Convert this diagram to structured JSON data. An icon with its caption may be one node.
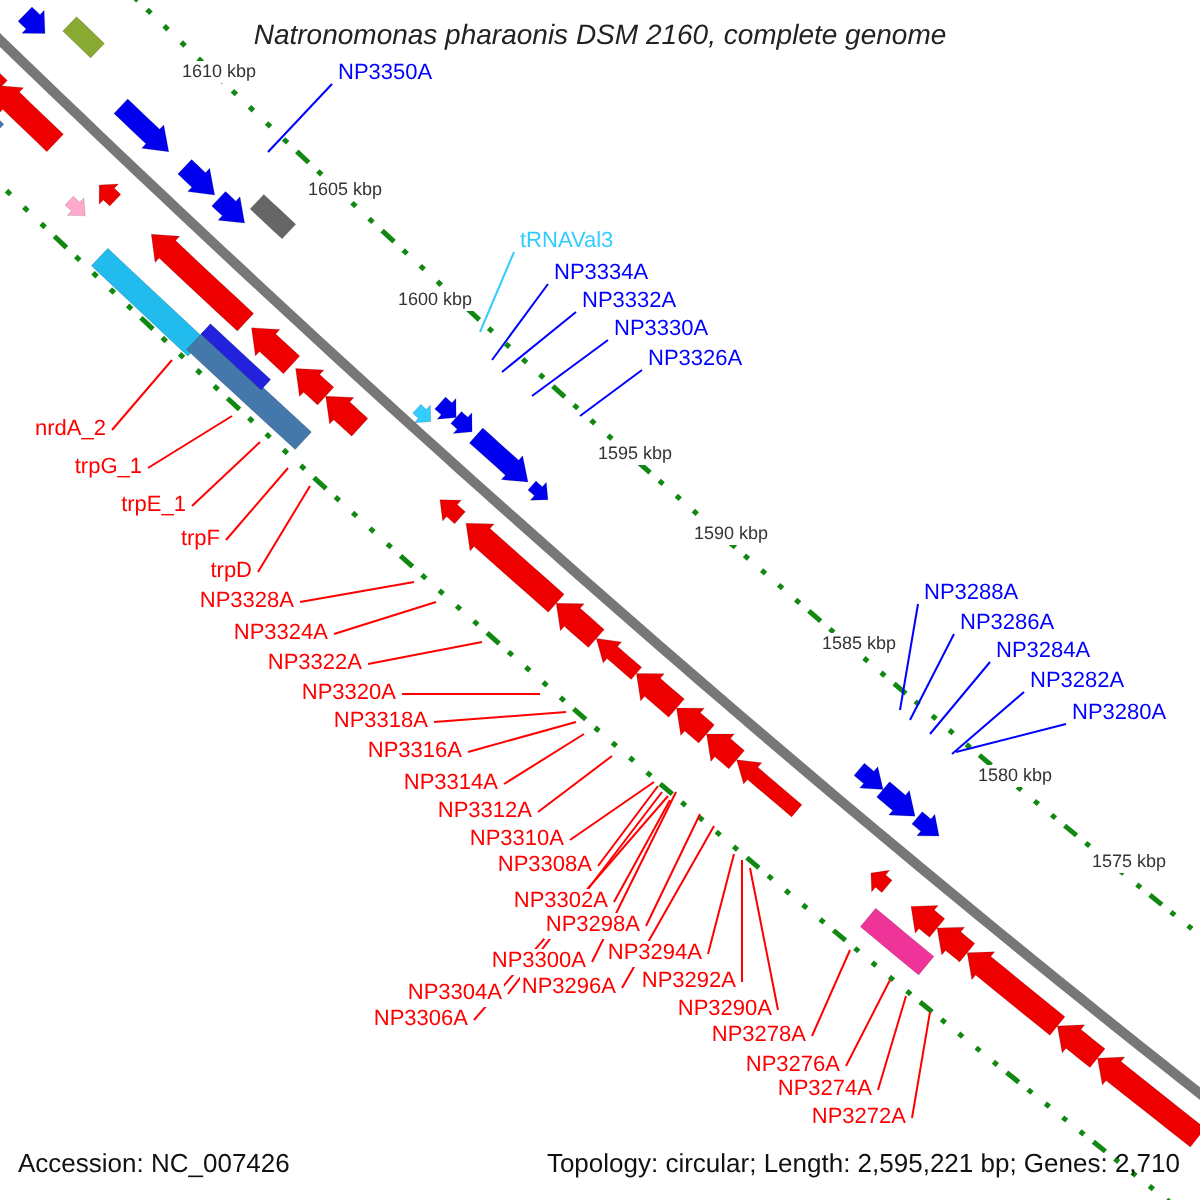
{
  "diagram": {
    "title": "Natronomonas pharaonis DSM 2160, complete genome",
    "nodes": [
      {
        "text": [
          "NP3350A"
        ]
      },
      {
        "text": [
          "tRNAVal3"
        ]
      },
      {
        "text": [
          "NP3334A"
        ]
      },
      {
        "text": [
          "NP3332A"
        ]
      },
      {
        "text": [
          "NP3330A"
        ]
      },
      {
        "text": [
          "NP3326A"
        ]
      },
      {
        "text": [
          "nrdA_2"
        ]
      },
      {
        "text": [
          "trpG_1"
        ]
      },
      {
        "text": [
          "trpE_1"
        ]
      },
      {
        "text": [
          "trpF"
        ]
      },
      {
        "text": [
          "trpD"
        ]
      },
      {
        "text": [
          "NP3328A"
        ]
      },
      {
        "text": [
          "NP3324A"
        ]
      },
      {
        "text": [
          "NP3322A"
        ]
      },
      {
        "text": [
          "NP3320A"
        ]
      },
      {
        "text": [
          "NP3318A"
        ]
      },
      {
        "text": [
          "NP3316A"
        ]
      },
      {
        "text": [
          "NP3314A"
        ]
      },
      {
        "text": [
          "NP3312A"
        ]
      },
      {
        "text": [
          "NP3310A"
        ]
      },
      {
        "text": [
          "NP3308A"
        ]
      },
      {
        "text": [
          "NP3288A"
        ]
      },
      {
        "text": [
          "NP3286A"
        ]
      },
      {
        "text": [
          "NP3284A"
        ]
      },
      {
        "text": [
          "NP3282A"
        ]
      },
      {
        "text": [
          "NP3280A"
        ]
      },
      {
        "text": [
          "NP3302A"
        ]
      },
      {
        "text": [
          "NP3298A"
        ]
      },
      {
        "text": [
          "NP3294A"
        ]
      },
      {
        "text": [
          "NP3300A"
        ]
      },
      {
        "text": [
          "NP3292A"
        ]
      },
      {
        "text": [
          "NP3296A"
        ]
      },
      {
        "text": [
          "NP3304A"
        ]
      },
      {
        "text": [
          "NP3290A"
        ]
      },
      {
        "text": [
          "NP3306A"
        ]
      },
      {
        "text": [
          "NP3278A"
        ]
      },
      {
        "text": [
          "NP3276A"
        ]
      },
      {
        "text": [
          "NP3274A"
        ]
      },
      {
        "text": [
          "NP3272A"
        ]
      }
    ],
    "edges": [
      {
        "from": 0,
        "to": null,
        "arrow": "none",
        "color": "#0000ff"
      },
      {
        "from": 1,
        "to": null,
        "arrow": "none",
        "color": "#33ccff"
      },
      {
        "from": 2,
        "to": null,
        "arrow": "none",
        "color": "#0000ff"
      },
      {
        "from": 3,
        "to": null,
        "arrow": "none",
        "color": "#0000ff"
      },
      {
        "from": 4,
        "to": null,
        "arrow": "none",
        "color": "#0000ff"
      },
      {
        "from": 5,
        "to": null,
        "arrow": "none",
        "color": "#0000ff"
      },
      {
        "from": 6,
        "to": null,
        "arrow": "none"
      },
      {
        "from": 7,
        "to": null,
        "arrow": "none"
      },
      {
        "from": 8,
        "to": null,
        "arrow": "none"
      },
      {
        "from": 9,
        "to": null,
        "arrow": "none"
      },
      {
        "from": 10,
        "to": null,
        "arrow": "none"
      },
      {
        "from": 11,
        "to": null,
        "arrow": "none"
      },
      {
        "from": 12,
        "to": null,
        "arrow": "none"
      },
      {
        "from": 13,
        "to": null,
        "arrow": "none"
      },
      {
        "from": 14,
        "to": null,
        "arrow": "none"
      },
      {
        "from": 15,
        "to": null,
        "arrow": "none"
      },
      {
        "from": 16,
        "to": null,
        "arrow": "none"
      },
      {
        "from": 17,
        "to": null,
        "arrow": "none"
      },
      {
        "from": 18,
        "to": null,
        "arrow": "none"
      },
      {
        "from": 19,
        "to": null,
        "arrow": "none"
      },
      {
        "from": 20,
        "to": null,
        "arrow": "none"
      },
      {
        "from": 21,
        "to": null,
        "arrow": "none",
        "color": "#0000ff"
      },
      {
        "from": 22,
        "to": null,
        "arrow": "none",
        "color": "#0000ff"
      },
      {
        "from": 23,
        "to": null,
        "arrow": "none",
        "color": "#0000ff"
      },
      {
        "from": 24,
        "to": null,
        "arrow": "none",
        "color": "#0000ff"
      },
      {
        "from": 25,
        "to": null,
        "arrow": "none",
        "color": "#0000ff"
      },
      {
        "from": 26,
        "to": null,
        "arrow": "none"
      },
      {
        "from": 27,
        "to": null,
        "arrow": "none"
      },
      {
        "from": 28,
        "to": null,
        "arrow": "none"
      },
      {
        "from": 29,
        "to": null,
        "arrow": "none"
      },
      {
        "from": 30,
        "to": null,
        "arrow": "none"
      },
      {
        "from": 31,
        "to": null,
        "arrow": "none"
      },
      {
        "from": 32,
        "to": null,
        "arrow": "none"
      },
      {
        "from": 33,
        "to": null,
        "arrow": "none"
      },
      {
        "from": 34,
        "to": null,
        "arrow": "none"
      },
      {
        "from": 35,
        "to": null,
        "arrow": "none"
      },
      {
        "from": 36,
        "to": null,
        "arrow": "none"
      },
      {
        "from": 37,
        "to": null,
        "arrow": "none"
      },
      {
        "from": 38,
        "to": null,
        "arrow": "none"
      }
    ],
    "labels": [
      "1610 kbp",
      "1605 kbp",
      "1600 kbp",
      "1595 kbp",
      "1590 kbp",
      "1585 kbp",
      "1580 kbp",
      "1575 kbp",
      "Accession: NC_007426",
      "Topology: circular; Length: 2,595,221 bp; Genes: 2,710"
    ]
  }
}
